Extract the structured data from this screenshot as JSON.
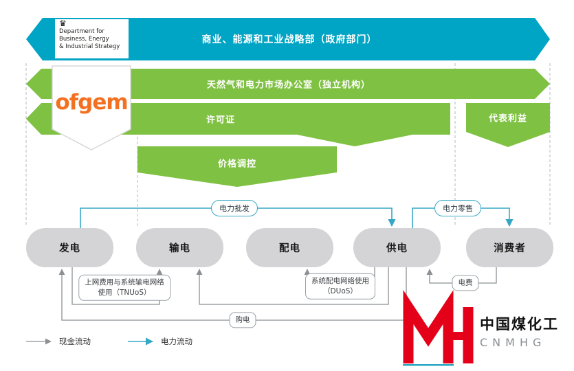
{
  "colors": {
    "teal_banner": "#00a4c4",
    "green_banner": "#7fc142",
    "ofgem_orange": "#f37021",
    "watermark_red": "#e50019",
    "entity_gray": "#d4d4d6",
    "cash_line_gray": "#8b9095",
    "electric_line_teal": "#35a8c6"
  },
  "header": {
    "beis_banner": "商业、能源和工业战略部（政府部门）",
    "beis_logo_lines": [
      "Department for",
      "Business, Energy",
      "& Industrial Strategy"
    ],
    "ofgem_banner": "天然气和电力市场办公室（独立机构）",
    "ofgem_logo": "ofgem"
  },
  "regulation": {
    "licence": "许可证",
    "represent_interests": "代表利益",
    "price_control": "价格调控"
  },
  "entities": [
    {
      "label": "发电"
    },
    {
      "label": "输电"
    },
    {
      "label": "配电"
    },
    {
      "label": "供电"
    },
    {
      "label": "消费者"
    }
  ],
  "flows": {
    "wholesale": "电力批发",
    "retail": "电力零售",
    "tnuos_line1": "上网费用与系统输电网络",
    "tnuos_line2": "使用（TNUoS）",
    "duos_line1": "系统配电网络使用",
    "duos_line2": "（DUoS）",
    "bill": "电费",
    "purchase": "购电"
  },
  "legend": {
    "cash": "现金流动",
    "electricity": "电力流动"
  },
  "watermark": {
    "name_cn": "中国煤化工",
    "name_en": "CNMHG"
  }
}
